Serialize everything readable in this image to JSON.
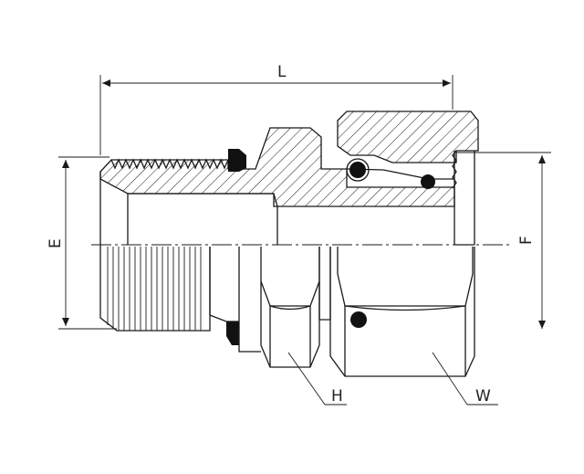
{
  "dimensions": {
    "length_label": "L",
    "thread_dia_label": "E",
    "bore_dia_label": "F",
    "hex_small_label": "H",
    "hex_large_label": "W"
  }
}
